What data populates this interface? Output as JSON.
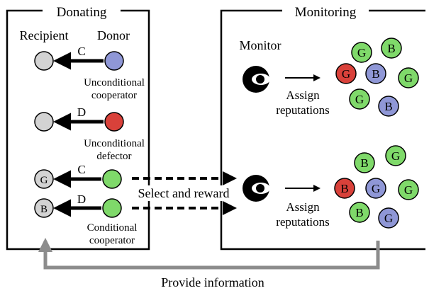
{
  "panels": {
    "donating": {
      "title": "Donating"
    },
    "monitoring": {
      "title": "Monitoring"
    }
  },
  "donating": {
    "recipient_header": "Recipient",
    "donor_header": "Donor",
    "rows": [
      {
        "recipient_label": "",
        "action": "C",
        "donor_type": [
          "Unconditional",
          "cooperator"
        ]
      },
      {
        "recipient_label": "",
        "action": "D",
        "donor_type": [
          "Unconditional",
          "defector"
        ]
      },
      {
        "recipient_label": "G",
        "action": "C"
      },
      {
        "recipient_label": "B",
        "action": "D",
        "donor_type": [
          "Conditional",
          "cooperator"
        ]
      }
    ]
  },
  "monitoring": {
    "monitor_label": "Monitor",
    "assign_label": [
      "Assign",
      "reputations"
    ],
    "top_population": [
      "G",
      "B",
      "G",
      "B",
      "G",
      "G",
      "B"
    ],
    "bottom_population": [
      "B",
      "G",
      "B",
      "G",
      "G",
      "B",
      "G"
    ]
  },
  "select_and_reward": "Select and reward",
  "provide_information": "Provide information",
  "colors": {
    "cooperator": "#8f97d6",
    "defector": "#d9413a",
    "conditional": "#7fd96a",
    "neutral": "#d3d3d3",
    "G": "#7fd96a",
    "B": "#8f97d6",
    "feedback_arrow": "#8c8c8c"
  }
}
